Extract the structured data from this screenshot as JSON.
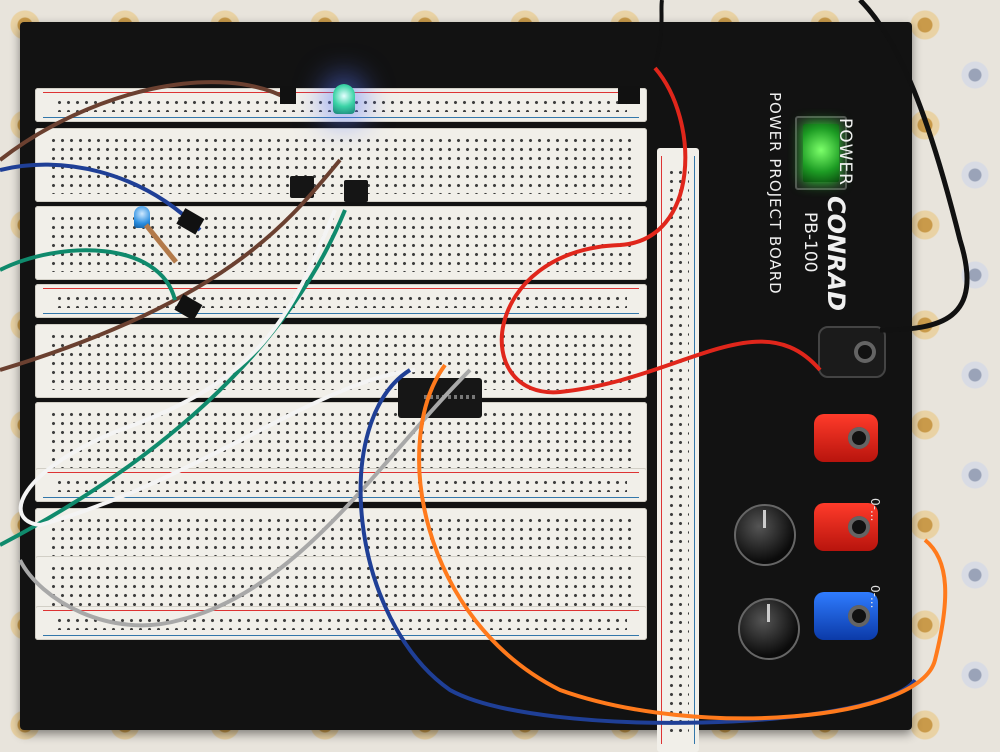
{
  "power_supply": {
    "label_power": "POWER",
    "label_board": "POWER PROJECT BOARD",
    "brand": "CONRAD",
    "model": "PB-100",
    "range_label_1": "0-...",
    "range_label_2": "0-...",
    "switch_led_color": "#2fdc36"
  },
  "terminals": [
    {
      "color": "black"
    },
    {
      "color": "red"
    },
    {
      "color": "red"
    },
    {
      "color": "blue"
    }
  ],
  "components": {
    "led_main_color": "#3bd3a6",
    "led_small_color": "#2a8ee0",
    "wire_colors": {
      "red": "#e0261b",
      "brown": "#6b4030",
      "green": "#0f8a6c",
      "white": "#f4f4f4",
      "gray": "#a8a8a8",
      "blue": "#1f3f96",
      "orange": "#ff7a1c",
      "black": "#111111"
    }
  }
}
